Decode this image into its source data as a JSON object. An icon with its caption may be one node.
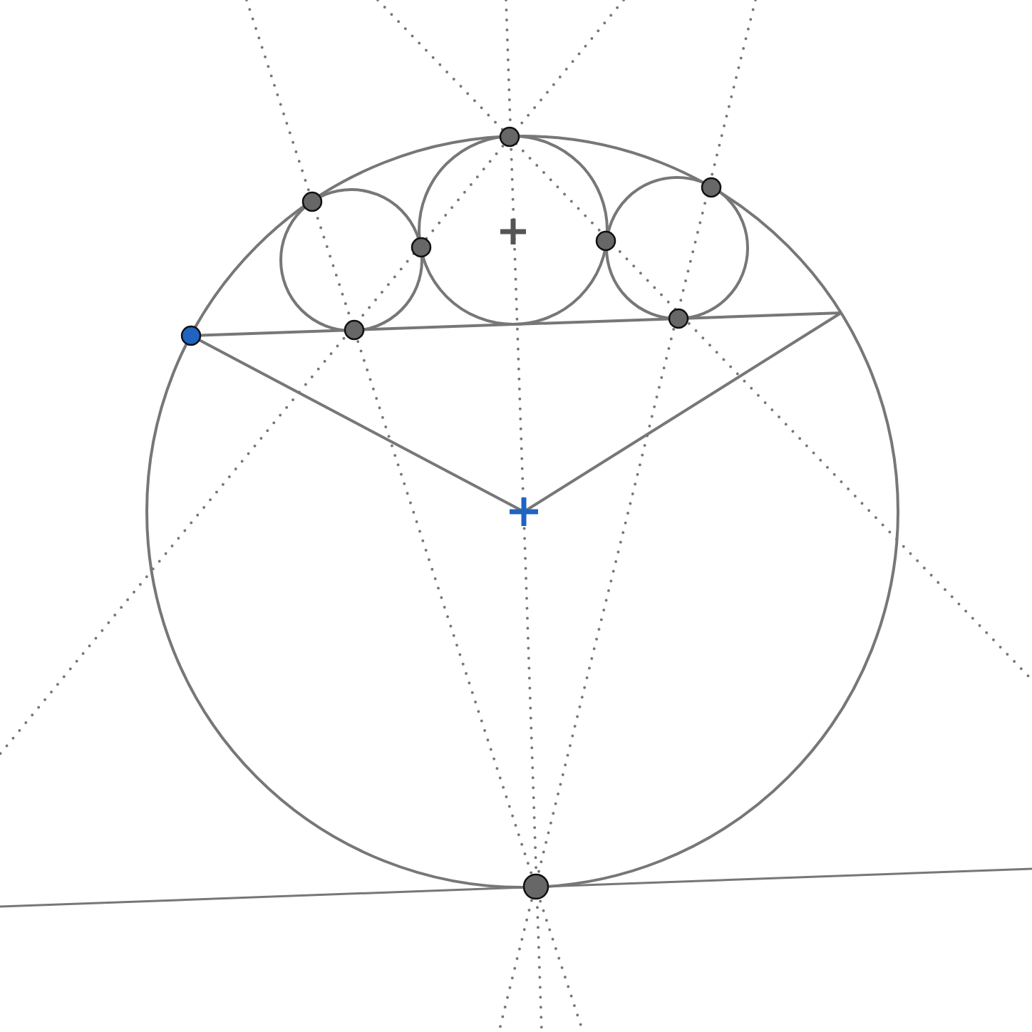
{
  "diagram": {
    "nodes": [
      {
        "text": [],
        "shape": "circle"
      },
      {
        "text": [],
        "shape": "circle"
      },
      {
        "text": [],
        "shape": "circle"
      },
      {
        "text": [],
        "shape": "cross"
      },
      {
        "text": [],
        "shape": "circle"
      },
      {
        "text": [],
        "shape": "circle"
      },
      {
        "text": [],
        "shape": "circle"
      },
      {
        "text": [],
        "shape": "circle"
      },
      {
        "text": [],
        "shape": "circle"
      },
      {
        "text": [],
        "shape": "cross"
      },
      {
        "text": [],
        "shape": "circle"
      }
    ],
    "edges": [
      {
        "from": 8,
        "to": 9,
        "arrow": "none"
      },
      {
        "from": 9,
        "to": null,
        "arrow": "none"
      },
      {
        "from": 8,
        "to": null,
        "arrow": "none"
      }
    ]
  }
}
